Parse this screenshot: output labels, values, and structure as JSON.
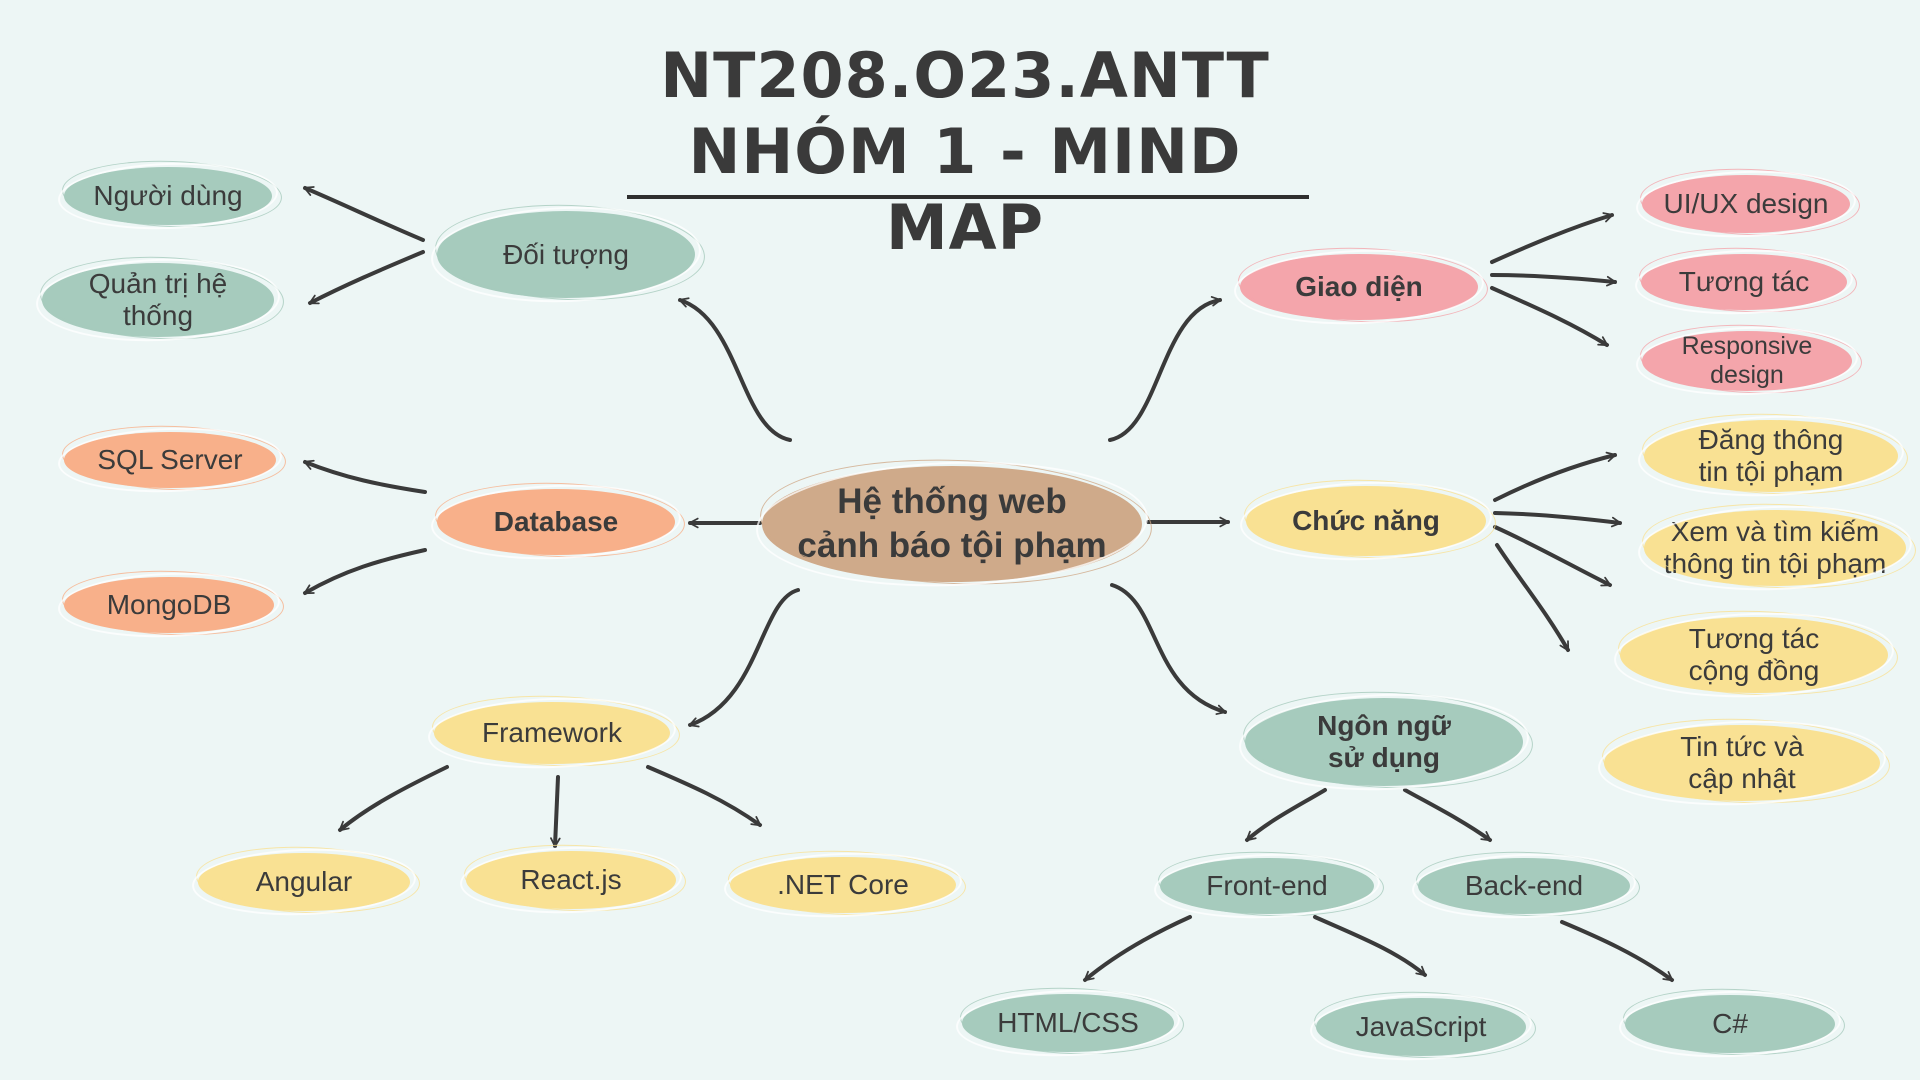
{
  "title": {
    "line1": "NT208.O23.ANTT",
    "line2": "NHÓM 1 - MIND MAP"
  },
  "center": "Hệ thống web cảnh báo tội phạm",
  "branches": {
    "doi_tuong": {
      "label": "Đối tượng",
      "children": [
        "Người dùng",
        "Quản trị hệ thống"
      ]
    },
    "database": {
      "label": "Database",
      "children": [
        "SQL Server",
        "MongoDB"
      ]
    },
    "framework": {
      "label": "Framework",
      "children": [
        "Angular",
        "React.js",
        ".NET Core"
      ]
    },
    "giao_dien": {
      "label": "Giao diện",
      "children": [
        "UI/UX design",
        "Tương tác",
        "Responsive design"
      ]
    },
    "chuc_nang": {
      "label": "Chức năng",
      "children": [
        "Đăng thông tin tội phạm",
        "Xem và tìm kiếm thông tin tội phạm",
        "Tương tác cộng đồng",
        "Tin tức và cập nhật"
      ]
    },
    "ngon_ngu": {
      "label": "Ngôn ngữ sử dụng",
      "children": {
        "front_end": {
          "label": "Front-end",
          "children": [
            "HTML/CSS",
            "JavaScript"
          ]
        },
        "back_end": {
          "label": "Back-end",
          "children": [
            "C#"
          ]
        }
      }
    }
  },
  "colors": {
    "green": "#a6cbbd",
    "pink": "#f4a5ab",
    "orange": "#f8b08a",
    "yellow": "#f9e193",
    "center": "#cfaa8a",
    "arrow": "#3a3a3a",
    "background": "#edf6f5"
  }
}
